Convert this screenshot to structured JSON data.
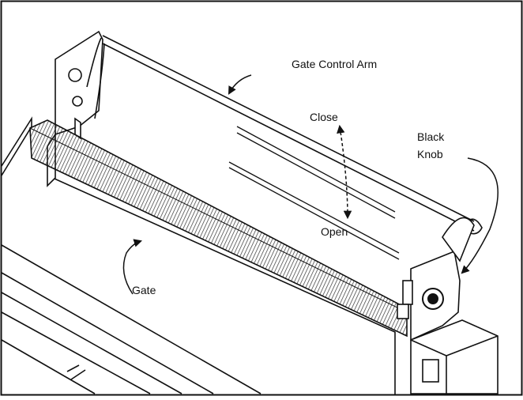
{
  "labels": {
    "gate_control_arm": "Gate Control Arm",
    "close": "Close",
    "black": "Black",
    "knob": "Knob",
    "open": "Open",
    "gate": "Gate"
  },
  "colors": {
    "ink": "#111111",
    "paper": "#ffffff",
    "hatch": "#333333"
  }
}
